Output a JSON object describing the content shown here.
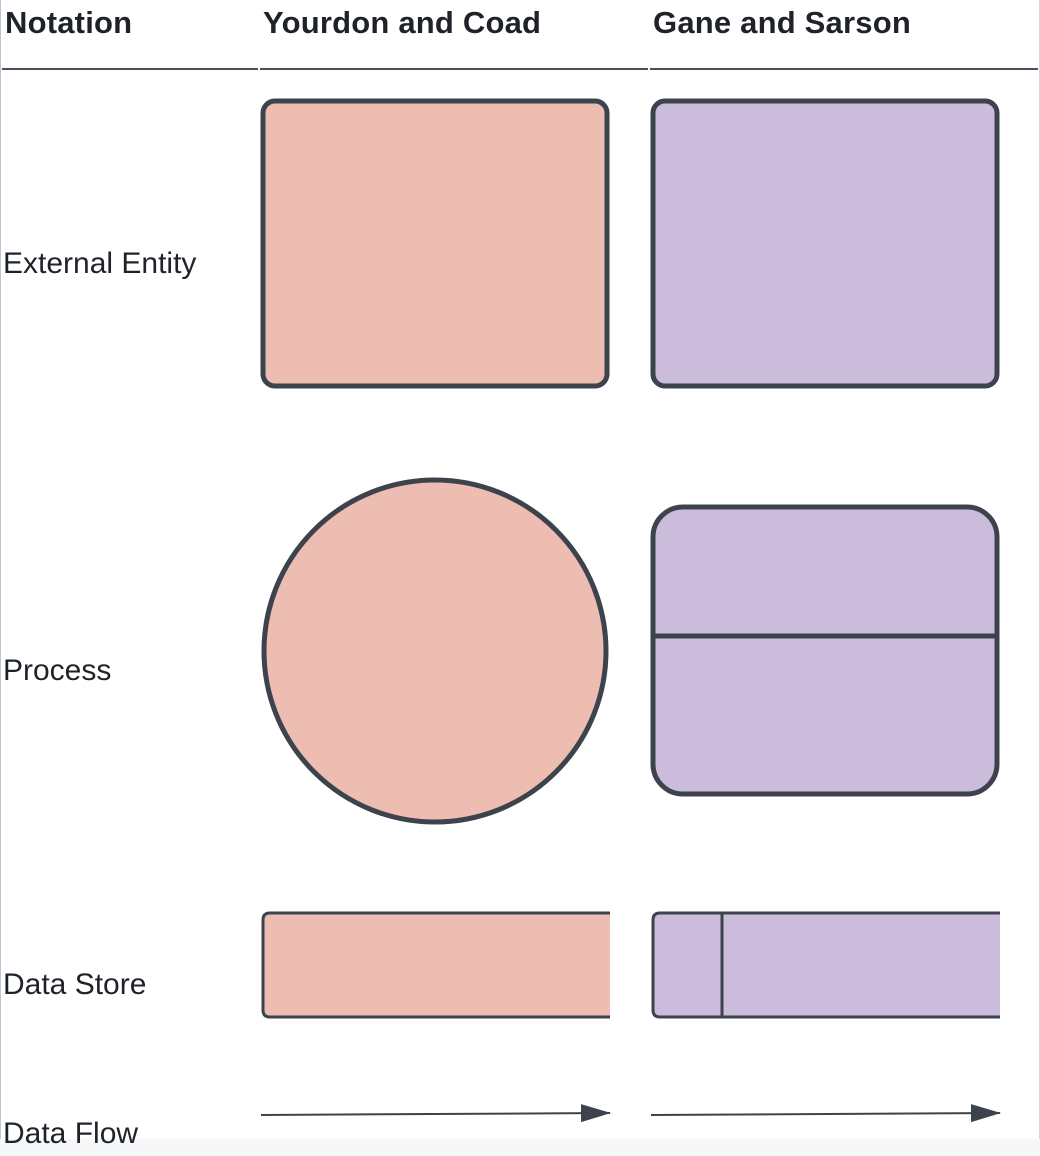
{
  "table": {
    "headers": {
      "notation": "Notation",
      "yourdon": "Yourdon and Coad",
      "gane": "Gane and Sarson"
    },
    "rows": [
      {
        "label": "External Entity"
      },
      {
        "label": "Process"
      },
      {
        "label": "Data Store"
      },
      {
        "label": "Data Flow"
      }
    ]
  },
  "colors": {
    "yourdon_fill": "#edbdb1",
    "gane_fill": "#cbbcdb",
    "stroke": "#3d434c"
  }
}
